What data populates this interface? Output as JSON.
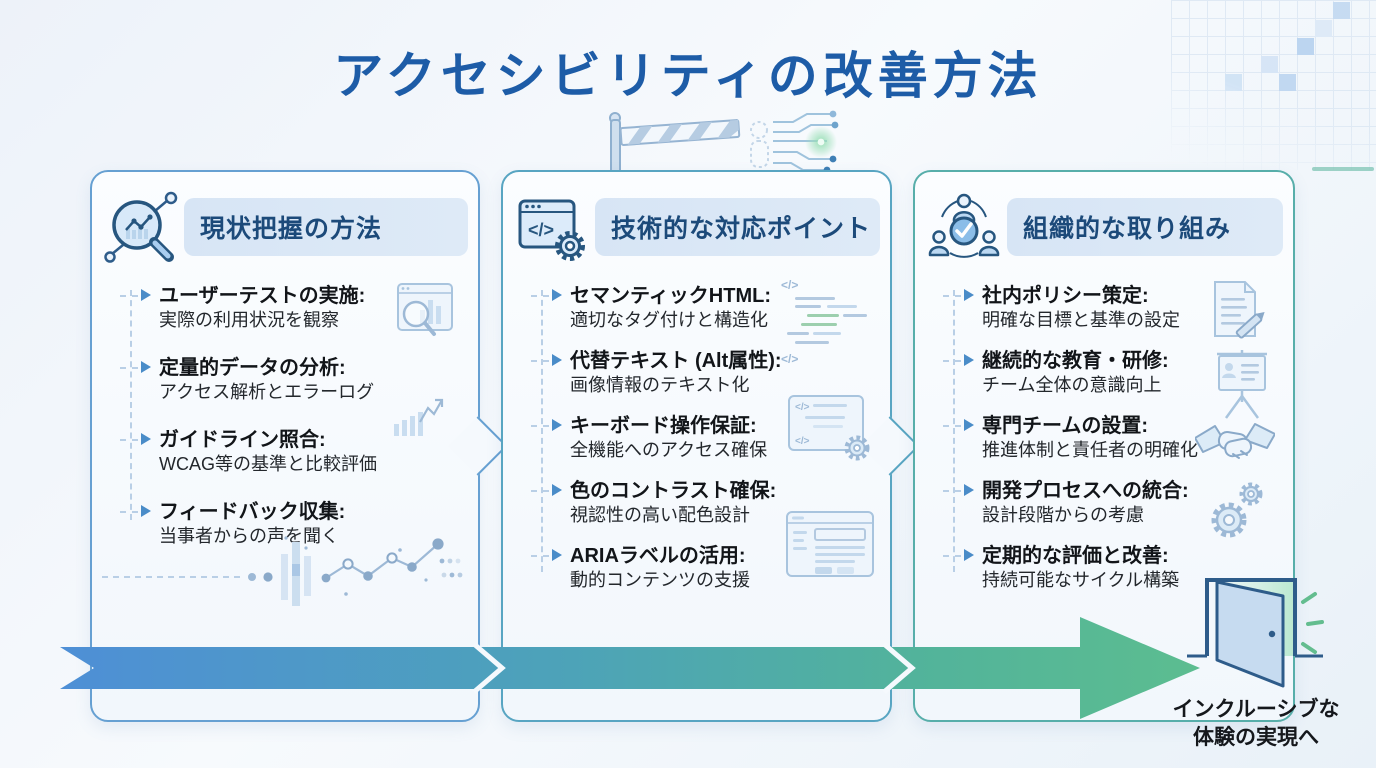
{
  "title": "アクセシビリティの改善方法",
  "panels": [
    {
      "header": "現状把握の方法",
      "icon": "magnifier-chart-icon",
      "items": [
        {
          "title": "ユーザーテストの実施:",
          "desc": "実際の利用状況を観察"
        },
        {
          "title": "定量的データの分析:",
          "desc": "アクセス解析とエラーログ"
        },
        {
          "title": "ガイドライン照合:",
          "desc": "WCAG等の基準と比較評価"
        },
        {
          "title": "フィードバック収集:",
          "desc": "当事者からの声を聞く"
        }
      ]
    },
    {
      "header": "技術的な対応ポイント",
      "icon": "code-window-gear-icon",
      "items": [
        {
          "title": "セマンティックHTML:",
          "desc": "適切なタグ付けと構造化"
        },
        {
          "title": "代替テキスト (Alt属性):",
          "desc": "画像情報のテキスト化"
        },
        {
          "title": "キーボード操作保証:",
          "desc": "全機能へのアクセス確保"
        },
        {
          "title": "色のコントラスト確保:",
          "desc": "視認性の高い配色設計"
        },
        {
          "title": "ARIAラベルの活用:",
          "desc": "動的コンテンツの支援"
        }
      ]
    },
    {
      "header": "組織的な取り組み",
      "icon": "team-check-icon",
      "items": [
        {
          "title": "社内ポリシー策定:",
          "desc": "明確な目標と基準の設定"
        },
        {
          "title": "継続的な教育・研修:",
          "desc": "チーム全体の意識向上"
        },
        {
          "title": "専門チームの設置:",
          "desc": "推進体制と責任者の明確化"
        },
        {
          "title": "開発プロセスへの統合:",
          "desc": "設計段階からの考慮"
        },
        {
          "title": "定期的な評価と改善:",
          "desc": "持続可能なサイクル構築"
        }
      ]
    }
  ],
  "goal": {
    "line1": "インクルーシブな",
    "line2": "体験の実現へ",
    "icon": "open-door-icon"
  },
  "icons": {
    "code_glyph": "</>",
    "decorations": [
      "barrier-to-circuit-icon",
      "pixel-grid-decor",
      "window-magnifier-icon",
      "bar-chart-arrow-icon",
      "data-chart-strip-icon",
      "code-lines-icon",
      "code-window-small-icon",
      "form-window-icon",
      "document-pencil-icon",
      "presentation-board-icon",
      "handshake-icon",
      "gears-icon"
    ]
  },
  "colors": {
    "title": "#1d5ca7",
    "panel1_border": "#66a0d2",
    "panel2_border": "#58a5c2",
    "panel3_border": "#57aeaa",
    "header_band": "#d9e6f5",
    "header_text": "#1c4a7a",
    "bullet": "#4a8cc8",
    "arrow_gradient_start": "#4e8fd6",
    "arrow_gradient_end": "#5cbd90"
  }
}
